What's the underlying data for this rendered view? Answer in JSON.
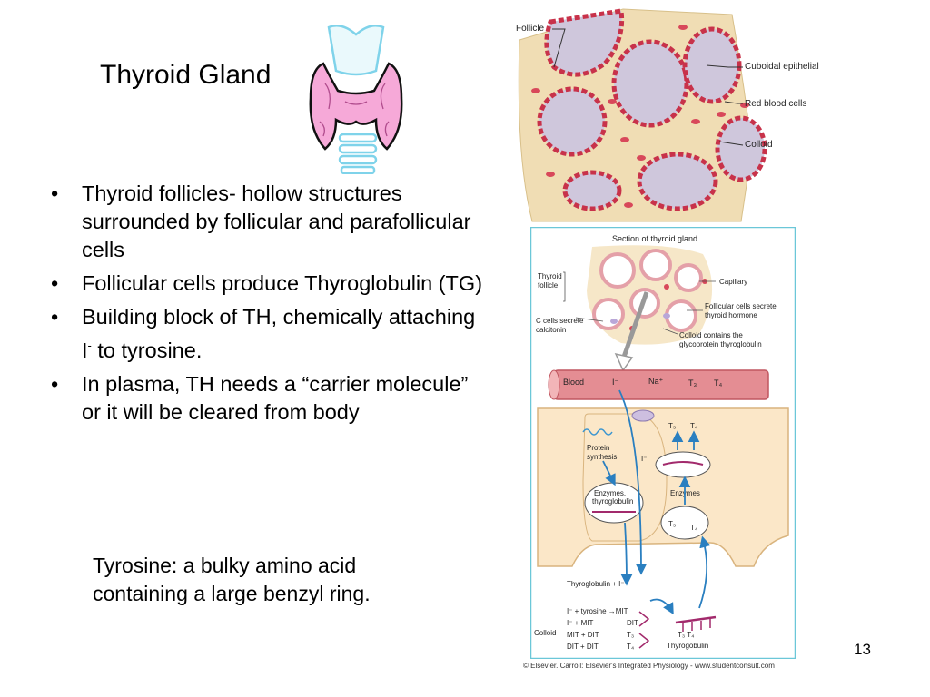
{
  "slide": {
    "title": "Thyroid Gland",
    "bullets": [
      {
        "text": "Thyroid follicles- hollow structures surrounded by follicular and parafollicular cells"
      },
      {
        "text": "Follicular cells produce Thyroglobulin (TG)"
      },
      {
        "pre": "Building block of TH, chemically attaching I",
        "sup": "-",
        "post": " to tyrosine."
      },
      {
        "text": "In plasma, TH needs a “carrier molecule” or it will be cleared from body"
      }
    ],
    "note": "Tyrosine: a bulky amino acid containing a large benzyl ring.",
    "page_number": "13"
  },
  "histology": {
    "labels": {
      "follicle": "Follicle",
      "cuboidal": "Cuboidal epithelial cells",
      "rbc": "Red blood cells",
      "colloid": "Colloid"
    }
  },
  "diagram": {
    "section_title": "Section of thyroid gland",
    "thyroid_follicle_1": "Thyroid",
    "thyroid_follicle_2": "follicle",
    "capillary": "Capillary",
    "follicular_1": "Follicular cells secrete",
    "follicular_2": "thyroid hormone",
    "ccells_1": "C cells secrete",
    "ccells_2": "calcitonin",
    "colloid_contains_1": "Colloid contains the",
    "colloid_contains_2": "glycoprotein thyroglobulin",
    "blood": "Blood",
    "iodide": "I⁻",
    "na": "Na⁺",
    "t3": "T₃",
    "t4": "T₄",
    "protein_1": "Protein",
    "protein_2": "synthesis",
    "enzymes_tg_1": "Enzymes,",
    "enzymes_tg_2": "thyroglobulin",
    "enzymes": "Enzymes",
    "tg_plus_i": "Thyroglobulin  +  I⁻",
    "eq1": "I⁻ + tyrosine →MIT",
    "eq2": "I⁻ + MIT",
    "eq2r": "DIT",
    "eq3": "MIT + DIT",
    "eq3r": "T₃",
    "eq4": "DIT + DIT",
    "eq4r": "T₄",
    "colloid": "Colloid",
    "t3t4": "T₃  T₄",
    "thyrogobulin": "Thyrogobulin",
    "copyright": "© Elsevier. Carroll: Elsevier's Integrated Physiology - www.studentconsult.com"
  },
  "colors": {
    "colloid": "#cfc7dc",
    "tissue": "#f0ddb4",
    "cell_border": "#c8324a",
    "blood": "#e48d93",
    "cell_fill": "#fbe7c8",
    "arrow_blue": "#2a7fc0",
    "gland_pink": "#f6a9d8",
    "trachea": "#bfe9f3"
  }
}
